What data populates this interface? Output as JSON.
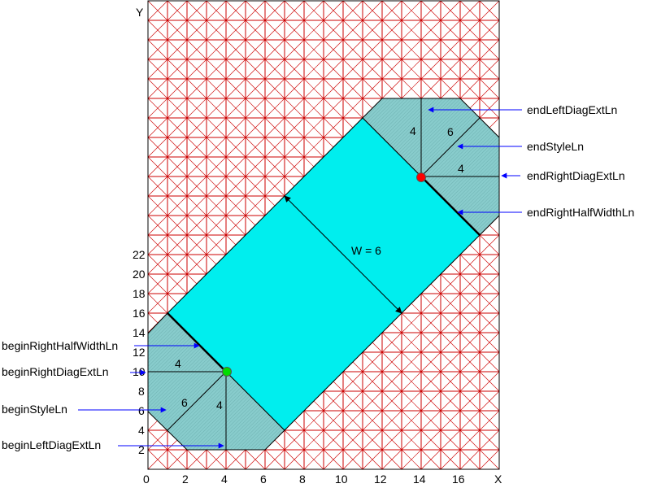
{
  "axes": {
    "x_label": "X",
    "y_label": "Y",
    "x_ticks": [
      "0",
      "2",
      "4",
      "6",
      "8",
      "10",
      "12",
      "14",
      "16"
    ],
    "y_ticks": [
      "2",
      "4",
      "6",
      "8",
      "10",
      "12",
      "14",
      "16",
      "18",
      "20",
      "22"
    ]
  },
  "annotations": {
    "width_label": "W = 6",
    "begin": {
      "diag_top": "4",
      "diag_bottom": "4",
      "style": "6"
    },
    "end": {
      "diag_top": "4",
      "diag_right": "4",
      "style": "6"
    }
  },
  "callouts": {
    "end_left_diag_ext": "endLeftDiagExtLn",
    "end_style": "endStyleLn",
    "end_right_diag_ext": "endRightDiagExtLn",
    "end_right_half_width": "endRightHalfWidthLn",
    "begin_right_half_width": "beginRightHalfWidthLn",
    "begin_right_diag_ext": "beginRightDiagExtLn",
    "begin_style": "beginStyleLn",
    "begin_left_diag_ext": "beginLeftDiagExtLn"
  },
  "colors": {
    "grid": "#cc0000",
    "body_fill": "#00eeee",
    "cap_fill": "#88cccc",
    "arrow": "#0000ff",
    "begin_point": "#00dd00",
    "end_point": "#ff0000"
  }
}
